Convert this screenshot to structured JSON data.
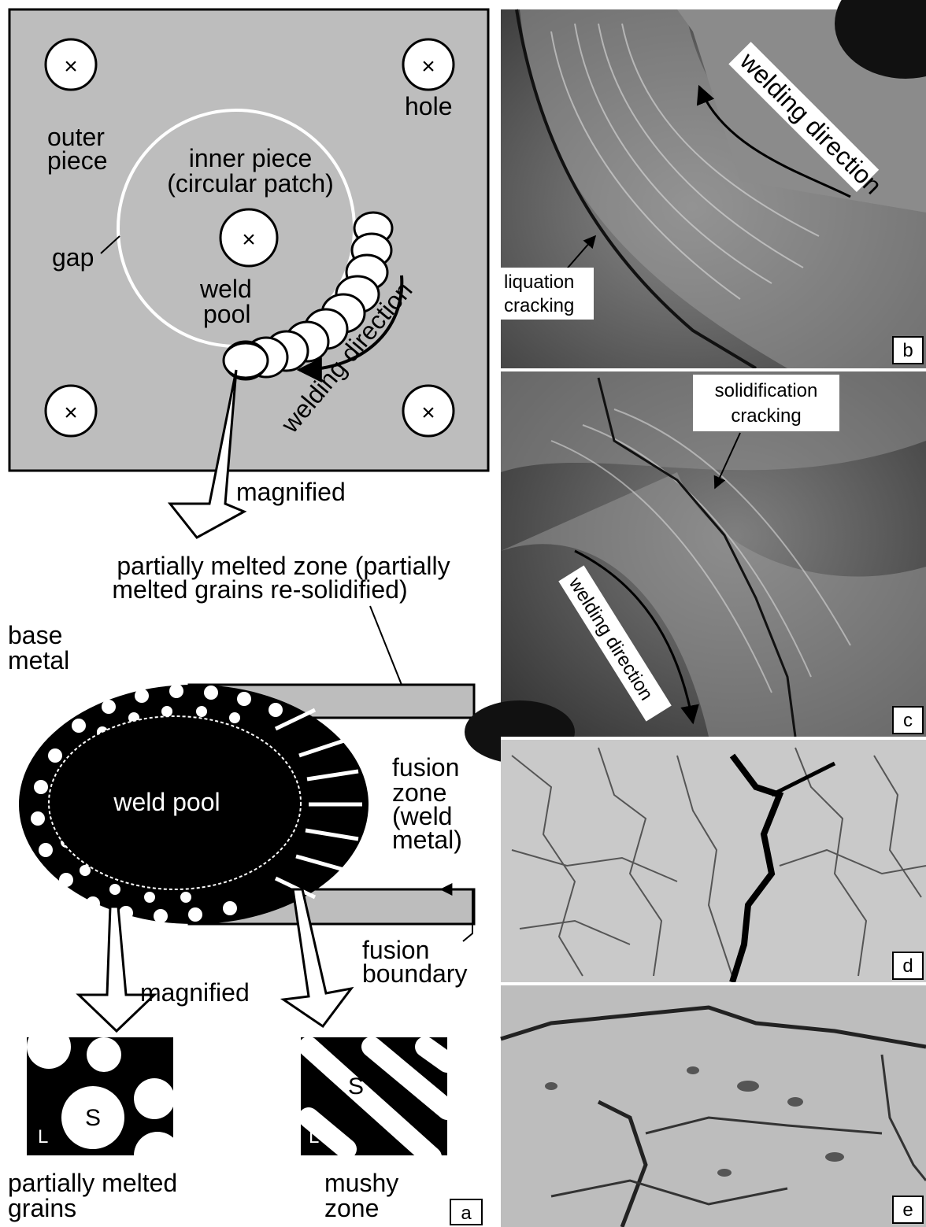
{
  "panel_a": {
    "top": {
      "outer_piece": [
        "outer",
        "piece"
      ],
      "inner_piece": [
        "inner piece",
        "(circular patch)"
      ],
      "hole": "hole",
      "gap": "gap",
      "weld_pool": [
        "weld",
        "pool"
      ],
      "welding_direction": "welding direction",
      "hole_mark": "×"
    },
    "magnified_top": "magnified",
    "pmz": [
      "partially melted zone (partially",
      "melted grains re-solidified)"
    ],
    "base_metal": [
      "base",
      "metal"
    ],
    "weld_pool_center": "weld pool",
    "fusion_zone": [
      "fusion",
      "zone",
      "(weld",
      "metal)"
    ],
    "fusion_boundary": [
      "fusion",
      "boundary"
    ],
    "magnified_bottom": "magnified",
    "inset_left": {
      "S": "S",
      "L": "L",
      "caption": [
        "partially melted",
        "grains"
      ]
    },
    "inset_right": {
      "S": "S",
      "L": "L",
      "caption": [
        "mushy",
        "zone"
      ]
    },
    "tag": "a"
  },
  "panel_b": {
    "welding_direction": "welding direction",
    "liquation_cracking": [
      "liquation",
      "cracking"
    ],
    "tag": "b"
  },
  "panel_c": {
    "solidification_cracking": [
      "solidification",
      "cracking"
    ],
    "welding_direction": "welding direction",
    "tag": "c"
  },
  "panel_d": {
    "tag": "d"
  },
  "panel_e": {
    "tag": "e"
  },
  "colors": {
    "plate_gray": "#bdbdbd",
    "photo_dark": "#4d4d4d",
    "micro_light": "#c9c9c9"
  }
}
